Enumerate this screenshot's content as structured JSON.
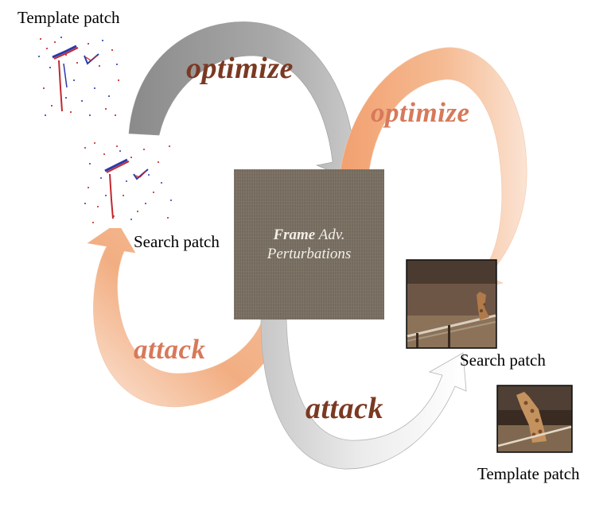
{
  "labels": {
    "template_patch_top": "Template patch",
    "search_patch_left": "Search patch",
    "search_patch_right": "Search patch",
    "template_patch_bottom": "Template patch"
  },
  "verbs": {
    "optimize_top": "optimize",
    "optimize_right": "optimize",
    "attack_left": "attack",
    "attack_bottom": "attack"
  },
  "center": {
    "bold": "Frame",
    "line1_rest": " Adv.",
    "line2": "Perturbations"
  },
  "colors": {
    "arrow_gray_dark": "#8e8e8e",
    "arrow_gray_light": "#cfcfcf",
    "arrow_orange": "#f1a877",
    "arrow_orange_light": "#f8cfb4",
    "verb_dark": "#7b3922",
    "verb_light": "#d7795a",
    "center_box": "#7b7163"
  }
}
